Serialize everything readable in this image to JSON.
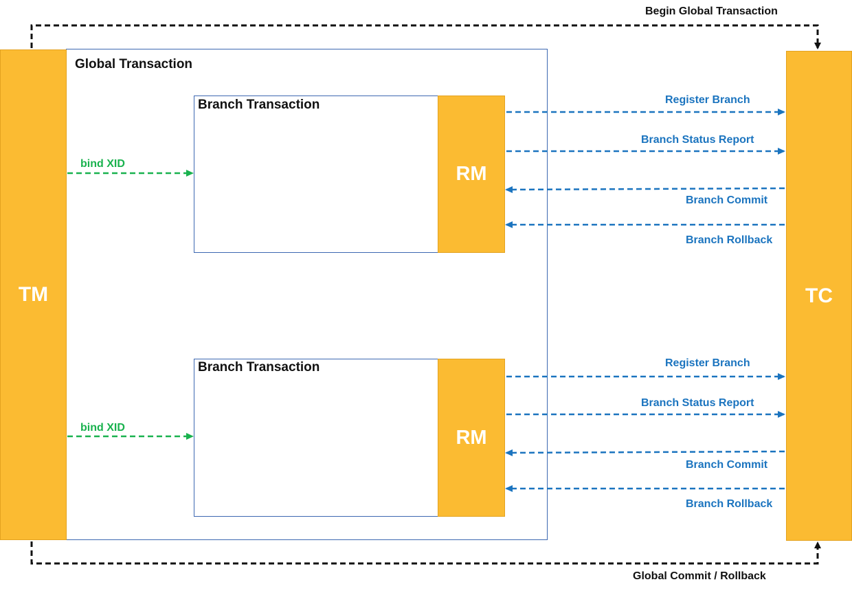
{
  "global_label": "Global Transaction",
  "tm_label": "TM",
  "tc_label": "TC",
  "begin_label": "Begin Global Transaction",
  "end_label": "Global Commit / Rollback",
  "branches": [
    {
      "title": "Branch Transaction",
      "rm_label": "RM",
      "bind_label": "bind XID",
      "register_label": "Register Branch",
      "status_label": "Branch Status Report",
      "commit_label": "Branch Commit",
      "rollback_label": "Branch Rollback"
    },
    {
      "title": "Branch Transaction",
      "rm_label": "RM",
      "bind_label": "bind XID",
      "register_label": "Register Branch",
      "status_label": "Branch Status Report",
      "commit_label": "Branch Commit",
      "rollback_label": "Branch Rollback"
    }
  ],
  "colors": {
    "block_fill": "#FBBB32",
    "frame_stroke": "#3C67B1",
    "blue_arrows": "#1B74BF",
    "green_arrows": "#19B24E",
    "black_arrows": "#111111"
  }
}
